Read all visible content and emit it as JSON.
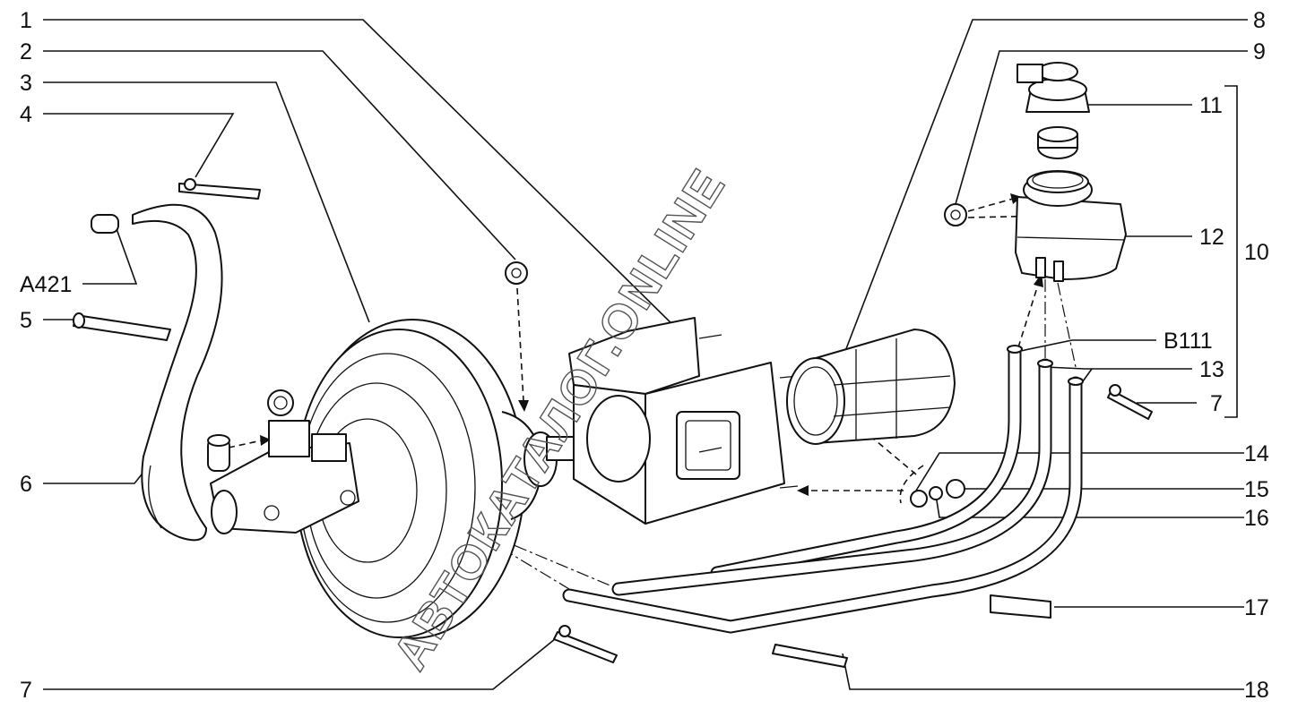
{
  "watermark": "АВТОКАТАЛОГ.ONLINE",
  "callouts": {
    "c1": "1",
    "c2": "2",
    "c3": "3",
    "c4": "4",
    "a421": "A421",
    "c5": "5",
    "c6": "6",
    "c7_left": "7",
    "c8": "8",
    "c9": "9",
    "c11": "11",
    "c12": "12",
    "c10": "10",
    "b111": "B111",
    "c13": "13",
    "c7_right": "7",
    "c14": "14",
    "c15": "15",
    "c16": "16",
    "c17": "17",
    "c18": "18"
  }
}
